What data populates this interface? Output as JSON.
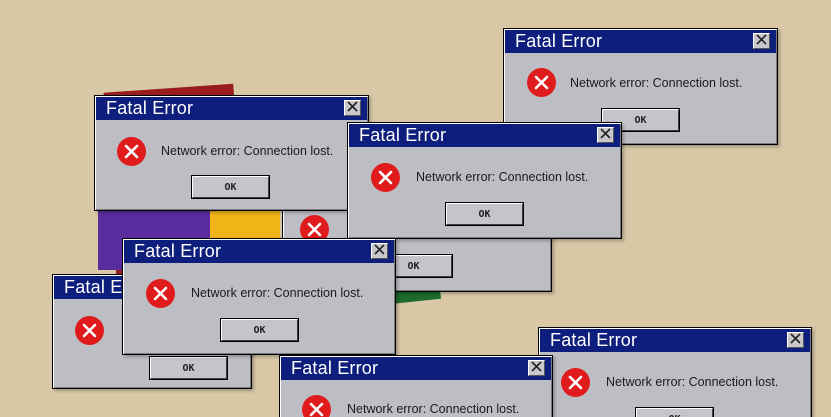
{
  "dialog_title": "Fatal Error",
  "dialog_message": "Network error: Connection lost.",
  "ok_label": "OK",
  "ok_label_partial": "OK",
  "colors": {
    "titlebar": "#0e1e7c",
    "window_face": "#bdbdc4",
    "error_red": "#e01b1b",
    "desktop_background": "#d8c8a6"
  },
  "icons": {
    "error": "error-x-icon",
    "close": "close-icon"
  }
}
